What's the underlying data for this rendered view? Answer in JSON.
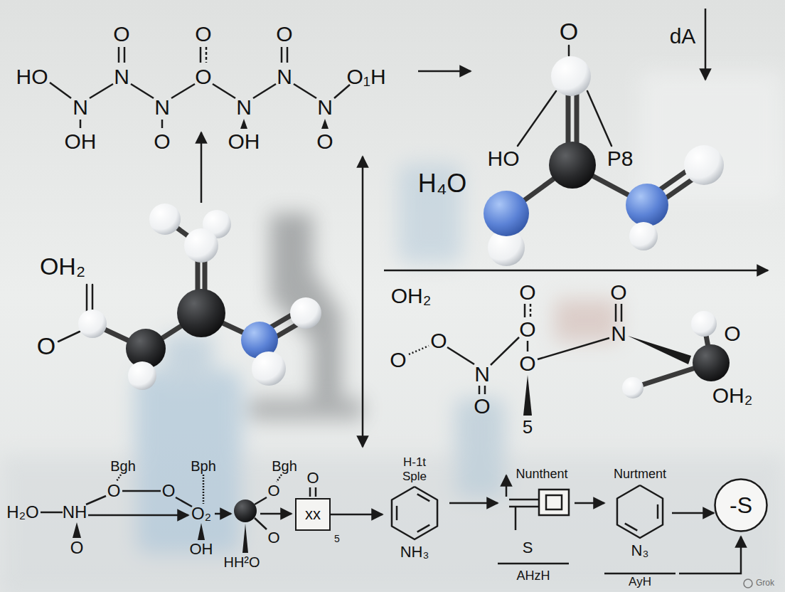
{
  "diagram": {
    "nodes": [
      {
        "text": [
          "xx"
        ]
      },
      {
        "text": [
          "H-1t Sple",
          "NH₃"
        ]
      },
      {
        "text": [
          "Nurtment",
          "N₃"
        ]
      },
      {
        "text": [
          "-S"
        ]
      }
    ],
    "edges": [
      {
        "from": 0,
        "to": 1,
        "arrow": "to"
      },
      {
        "from": 2,
        "to": 3,
        "arrow": "to"
      }
    ],
    "labels": [
      "O",
      "O",
      "O",
      "HO",
      "N",
      "O",
      "N",
      "O₁H",
      "N",
      "N",
      "N",
      "N",
      "OH",
      "O",
      "OH",
      "O",
      "O",
      "dA",
      "HO",
      "P8",
      "H₄O",
      "OH₂",
      "O",
      "OH₂",
      "O",
      "O",
      "O",
      "O",
      "N",
      "O",
      "O",
      "N",
      "O",
      "O",
      "5",
      "OH₂",
      "Bgh",
      "Bph",
      "Bgh",
      "H₂O",
      "NH",
      "O",
      "O",
      "O",
      "O₂",
      "OH",
      "HH²O",
      "O",
      "O",
      "O",
      "5",
      "Nunthent",
      "S",
      "AHzH",
      "AyH",
      "Grok"
    ]
  }
}
